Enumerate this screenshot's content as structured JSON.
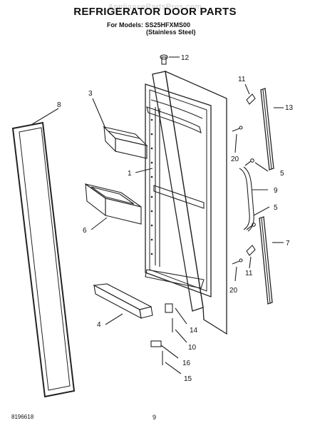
{
  "header": {
    "watermark": "AppliancePartsPros.com",
    "title": "REFRIGERATOR DOOR PARTS",
    "models_line": "For Models: SS25HFXMS00",
    "variant_line": "(Stainless Steel)"
  },
  "callouts": {
    "c1": "1",
    "c3": "3",
    "c4": "4",
    "c5a": "5",
    "c5b": "5",
    "c6": "6",
    "c7": "7",
    "c8": "8",
    "c9": "9",
    "c10": "10",
    "c11a": "11",
    "c11b": "11",
    "c12": "12",
    "c13": "13",
    "c14": "14",
    "c15": "15",
    "c16": "16",
    "c20a": "20",
    "c20b": "20"
  },
  "footer": {
    "doc_number": "8196618",
    "page_number": "9"
  }
}
